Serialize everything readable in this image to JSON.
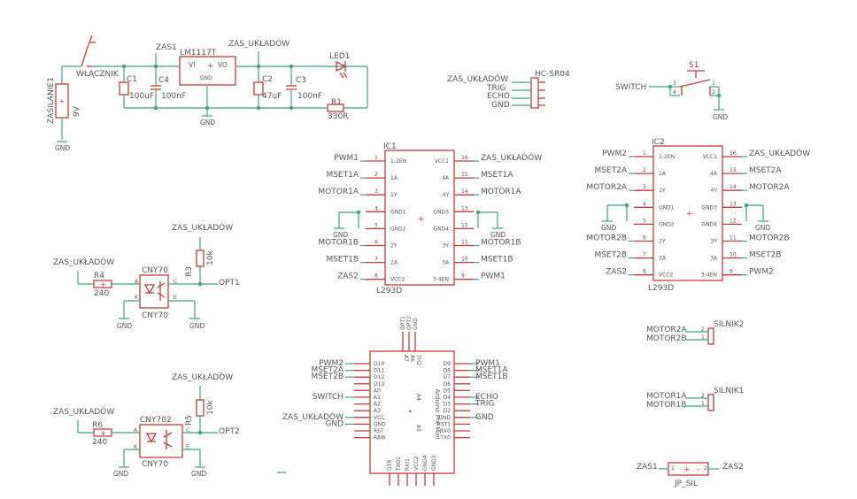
{
  "schematic": {
    "power": {
      "zasilanie_conn": "ZASILANIE1",
      "zasilanie_val": "9V",
      "switch_name": "WŁĄCZNIK",
      "zas_net": "ZAS1",
      "regulator": "LM1117T",
      "reg_vi": "VI",
      "reg_vo": "VO",
      "reg_gnd": "GND",
      "zas_ukl": "ZAS_UKŁADÓW",
      "led": "LED1",
      "r1": "R1",
      "r1_val": "330R",
      "c1": "C1",
      "c1_val": "100uF",
      "c4": "C4",
      "c4_val": "100nF",
      "c2": "C2",
      "c2_val": "47uF",
      "c3": "C3",
      "c3_val": "100nF",
      "gnd": "GND"
    },
    "ultrasonic": {
      "name": "HC-SR04",
      "pins": [
        "ZAS_UKŁADÓW",
        "TRIG",
        "ECHO",
        "GND"
      ]
    },
    "s1": {
      "name": "S1",
      "net": "SWITCH",
      "gnd": "GND",
      "pins": [
        "3",
        "4",
        "1",
        "2"
      ]
    },
    "ic1": {
      "name": "IC1",
      "part": "L293D",
      "left_labels": [
        "1-2EN",
        "1A",
        "1Y",
        "GND1",
        "GND2",
        "2Y",
        "2A",
        "VCC2"
      ],
      "left_nums": [
        "1",
        "2",
        "3",
        "4",
        "5",
        "6",
        "7",
        "8"
      ],
      "right_labels": [
        "VCC1",
        "4A",
        "4Y",
        "GND3",
        "GND4",
        "3Y",
        "3A",
        "3-4EN"
      ],
      "right_nums": [
        "16",
        "15",
        "14",
        "13",
        "12",
        "11",
        "10",
        "9"
      ],
      "left_nets": [
        "PWM1",
        "MSET1A",
        "MOTOR1A",
        "",
        "",
        "MOTOR1B",
        "MSET1B",
        "ZAS2"
      ],
      "right_nets": [
        "ZAS_UKŁADÓW",
        "MSET1A",
        "MOTOR1A",
        "",
        "",
        "MOTOR1B",
        "MSET1B",
        "PWM1"
      ],
      "gnd": "GND"
    },
    "ic2": {
      "name": "IC2",
      "part": "L293D",
      "left_labels": [
        "1-2EN",
        "1A",
        "1Y",
        "GND1",
        "GND2",
        "2Y",
        "2A",
        "VCC2"
      ],
      "left_nums": [
        "1",
        "2",
        "3",
        "4",
        "5",
        "6",
        "7",
        "8"
      ],
      "right_labels": [
        "VCC1",
        "4A",
        "4Y",
        "GND3",
        "GND4",
        "3Y",
        "3A",
        "3-4EN"
      ],
      "right_nums": [
        "16",
        "15",
        "14",
        "13",
        "12",
        "11",
        "10",
        "9"
      ],
      "left_nets": [
        "PWM2",
        "MSET2A",
        "MOTOR2A",
        "",
        "",
        "MOTOR2B",
        "MSET2B",
        "ZAS2"
      ],
      "right_nets": [
        "ZAS_UKŁADÓW",
        "MSET2A",
        "MOTOR2A",
        "",
        "",
        "MOTOR2B",
        "MSET2B",
        "PWM2"
      ],
      "gnd": "GND"
    },
    "opto1": {
      "zas_top": "ZAS_UKŁADÓW",
      "zas_left": "ZAS_UKŁADÓW",
      "r4": "R4",
      "r4_val": "240",
      "name": "CNY70",
      "name_bottom": "CNY70",
      "r3": "R3",
      "r3_val": "10k",
      "out": "OPT1",
      "pin_a": "A",
      "pin_k": "K",
      "pin_c": "C",
      "pin_e": "E",
      "gnd": "GND"
    },
    "opto2": {
      "zas_top": "ZAS_UKŁADÓW",
      "zas_left": "ZAS_UKŁADÓW",
      "r6": "R6",
      "r6_val": "240",
      "name": "CNY702",
      "name_bottom": "CNY70",
      "r5": "R5",
      "r5_val": "10k",
      "out": "OPT2",
      "pin_a": "A",
      "pin_k": "K",
      "pin_c": "C",
      "pin_e": "E",
      "gnd": "GND"
    },
    "arduino": {
      "title": "Arduino Pro Mini",
      "top_pins": [
        "OPT1",
        "OPT2",
        "GND"
      ],
      "left_nets": [
        "PWM2",
        "MSET2A",
        "MSET2B",
        "SWITCH",
        "ZAS_UKŁADÓW",
        "GND"
      ],
      "right_nets": [
        "PWM1",
        "MSET1A",
        "MSET1B",
        "ECHO",
        "TRIG",
        "GND"
      ],
      "left_pins": [
        "D10",
        "D11",
        "D12",
        "D13",
        "A0",
        "A1",
        "A2",
        "A3",
        "VCC",
        "GND",
        "RST",
        "RAW"
      ],
      "right_pins": [
        "D9",
        "D8",
        "D7",
        "D6",
        "D5",
        "D4",
        "D3",
        "D2",
        "GND",
        "RST1",
        "RX0",
        "TX0"
      ],
      "top_inner": [
        "A7",
        "A6",
        "TH2"
      ],
      "bottom_pins": [
        "DTR",
        "TXO1",
        "RXI1",
        "VCC2",
        "GND4",
        "GND3"
      ],
      "center": [
        "A4",
        "A5"
      ]
    },
    "silnik2": {
      "name": "SILNIK2",
      "nets": [
        "MOTOR2A",
        "MOTOR2B"
      ],
      "pins": [
        "2",
        "1"
      ]
    },
    "silnik1": {
      "name": "SILNIK1",
      "nets": [
        "MOTOR1A",
        "MOTOR1B"
      ],
      "pins": [
        "2",
        "1"
      ]
    },
    "jp": {
      "name": "JP_SIL",
      "left": "ZAS1",
      "right": "ZAS2",
      "pins": [
        "1",
        "2"
      ]
    }
  }
}
